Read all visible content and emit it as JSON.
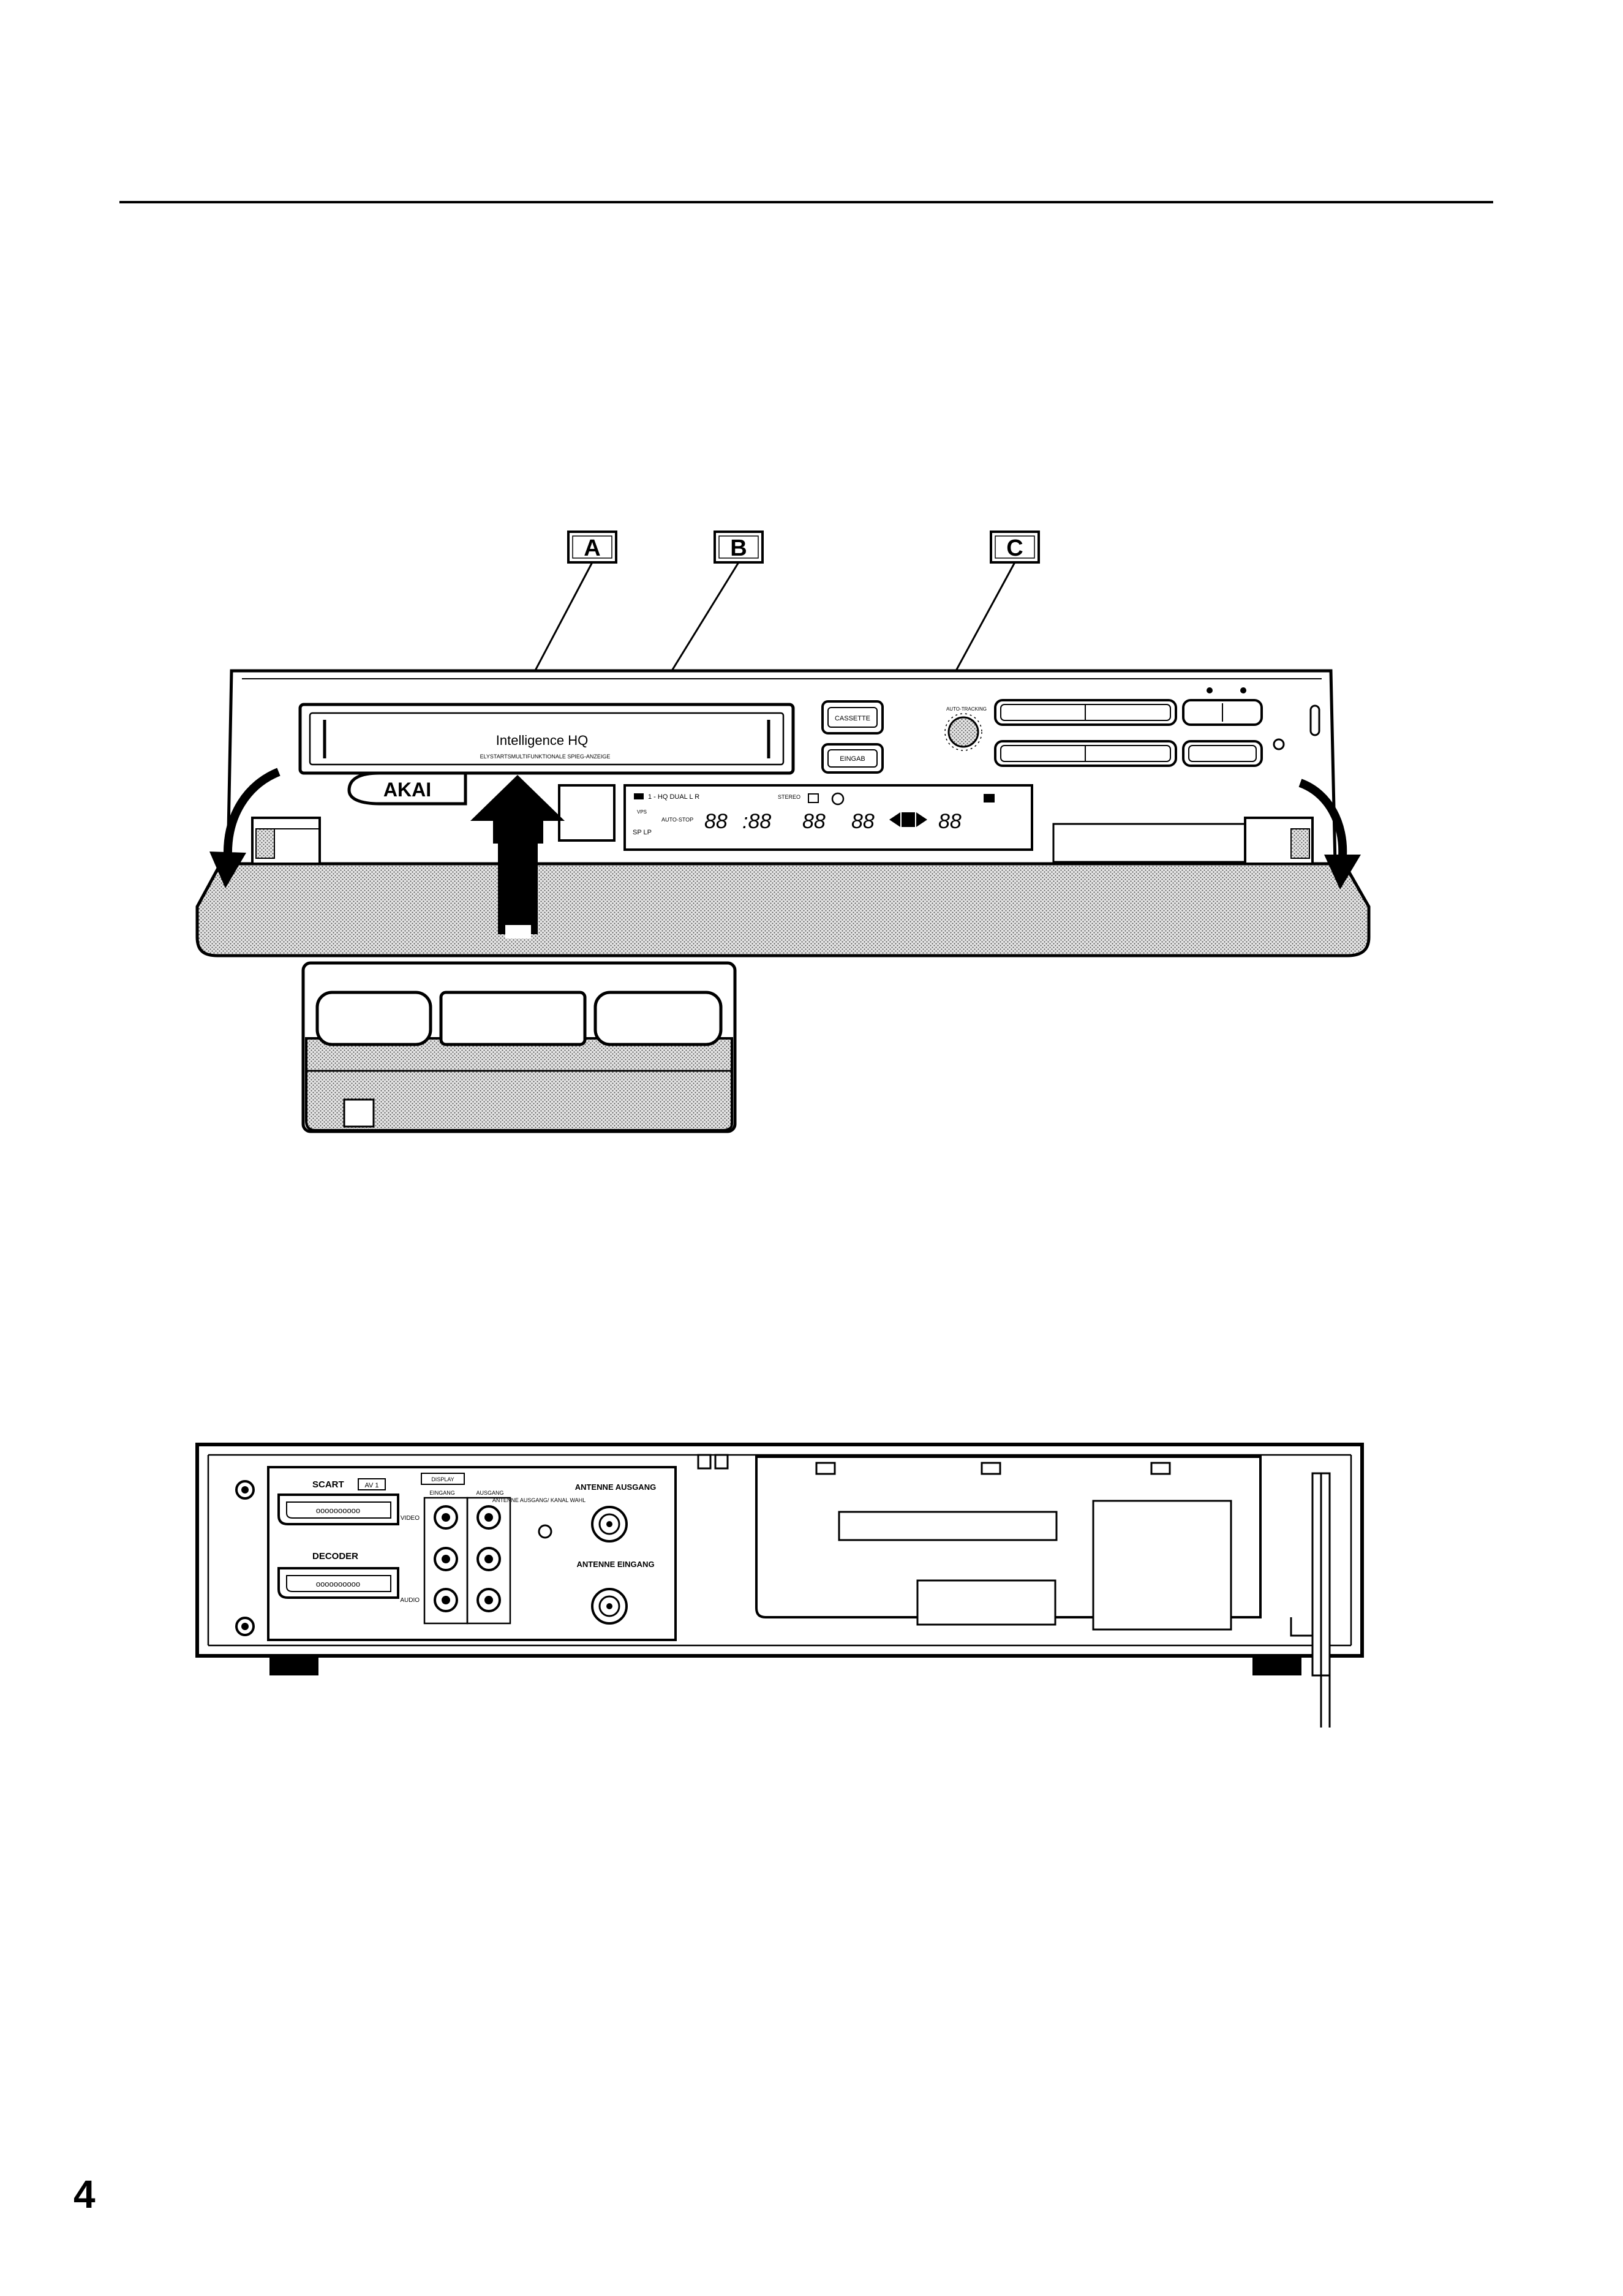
{
  "callouts": [
    {
      "id": "A",
      "label": "A"
    },
    {
      "id": "B",
      "label": "B"
    },
    {
      "id": "C",
      "label": "C"
    }
  ],
  "front_panel": {
    "brand": "AKAI",
    "slot_title": "Intelligence HQ",
    "slot_subtitle": "ELYSTARTSMULTIFUNKTIONALE SPIEG-ANZEIGE",
    "cassette_button": "CASSETTE",
    "eingab_button": "EINGAB",
    "display": {
      "hq_row": "1 - HQ DUAL L R",
      "stereo": "STEREO",
      "vps": "VPS",
      "autostop": "AUTO-STOP",
      "sp_lp": "SP LP",
      "digits_left": "88",
      "digits_mid": ":88",
      "digits_right": "88",
      "digits_far": "88",
      "digits_end": "88"
    },
    "knob_label": "AUTO-TRACKING",
    "colors": {
      "stipple": "#cccccc",
      "line": "#000000"
    }
  },
  "rear_panel": {
    "scart_label": "SCART",
    "scart_badge": "AV 1",
    "decoder_label": "DECODER",
    "eingang_label": "EINGANG",
    "ausgang_label": "AUSGANG",
    "video_label": "VIDEO",
    "audio_label": "AUDIO",
    "antenne_ausgang_small": "ANTENNE AUSGANG/ KANAL WAHL",
    "antenne_ausgang": "ANTENNE AUSGANG",
    "antenne_eingang": "ANTENNE EINGANG",
    "badge_top": "DISPLAY"
  },
  "page_number": "4"
}
